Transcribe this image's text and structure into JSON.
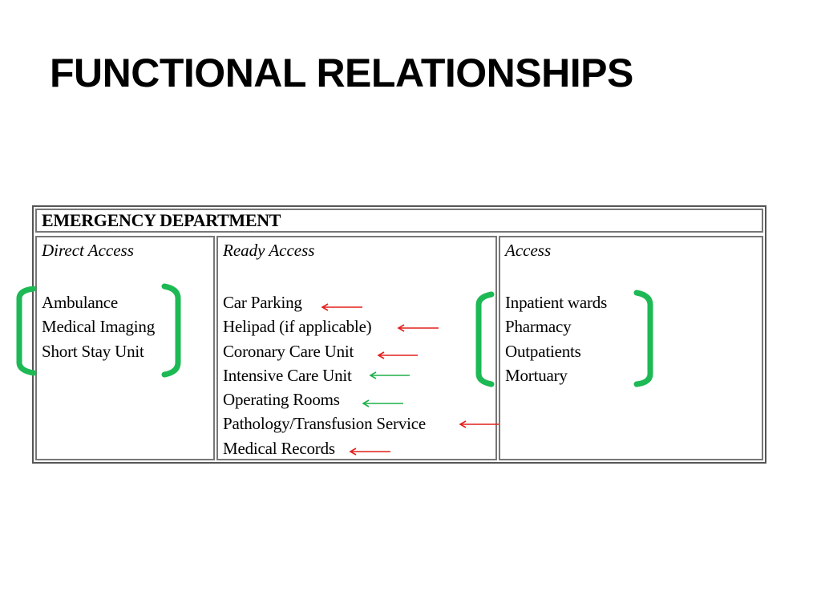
{
  "slide": {
    "title": "FUNCTIONAL RELATIONSHIPS"
  },
  "table": {
    "header": "EMERGENCY DEPARTMENT",
    "columns": [
      {
        "heading": "Direct Access",
        "items": [
          "Ambulance",
          "Medical Imaging",
          "Short Stay Unit"
        ]
      },
      {
        "heading": "Ready Access",
        "items": [
          "Car Parking",
          "Helipad (if applicable)",
          "Coronary Care Unit",
          "Intensive Care Unit",
          "Operating Rooms",
          "Pathology/Transfusion Service",
          "Medical Records"
        ],
        "arrow_colors": [
          "red",
          "red",
          "red",
          "green",
          "green",
          "red",
          "red"
        ]
      },
      {
        "heading": "Access",
        "items": [
          "Inpatient wards",
          "Pharmacy",
          "Outpatients",
          "Mortuary"
        ]
      }
    ]
  },
  "colors": {
    "bracket_green": "#1db954",
    "arrow_red": "#e0201c",
    "arrow_green": "#1fb14a",
    "table_border": "#777777"
  }
}
